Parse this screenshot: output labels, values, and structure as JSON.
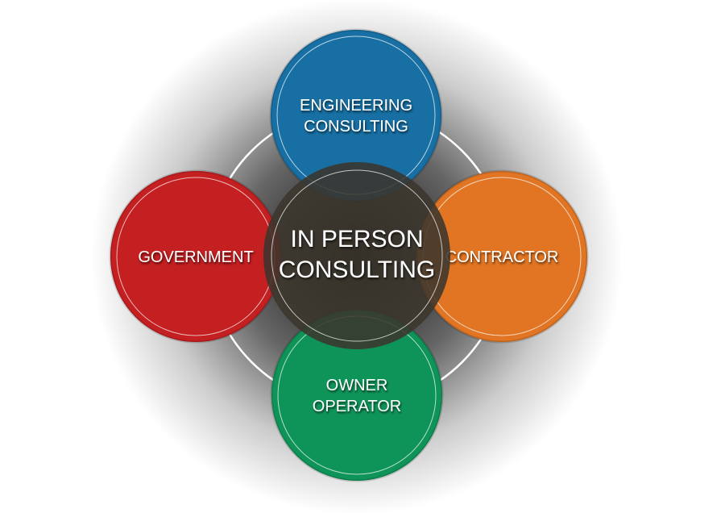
{
  "center": {
    "lines": [
      "IN PERSON",
      "CONSULTING"
    ],
    "color": "#3b352c"
  },
  "nodes": [
    {
      "id": "engineering-consulting",
      "lines": [
        "ENGINEERING",
        "CONSULTING"
      ],
      "color": "#176fa3"
    },
    {
      "id": "government",
      "lines": [
        "GOVERNMENT"
      ],
      "color": "#c41f21"
    },
    {
      "id": "contractor",
      "lines": [
        "CONTRACTOR"
      ],
      "color": "#e17523"
    },
    {
      "id": "owner-operator",
      "lines": [
        "OWNER",
        "OPERATOR"
      ],
      "color": "#0e9458"
    }
  ]
}
